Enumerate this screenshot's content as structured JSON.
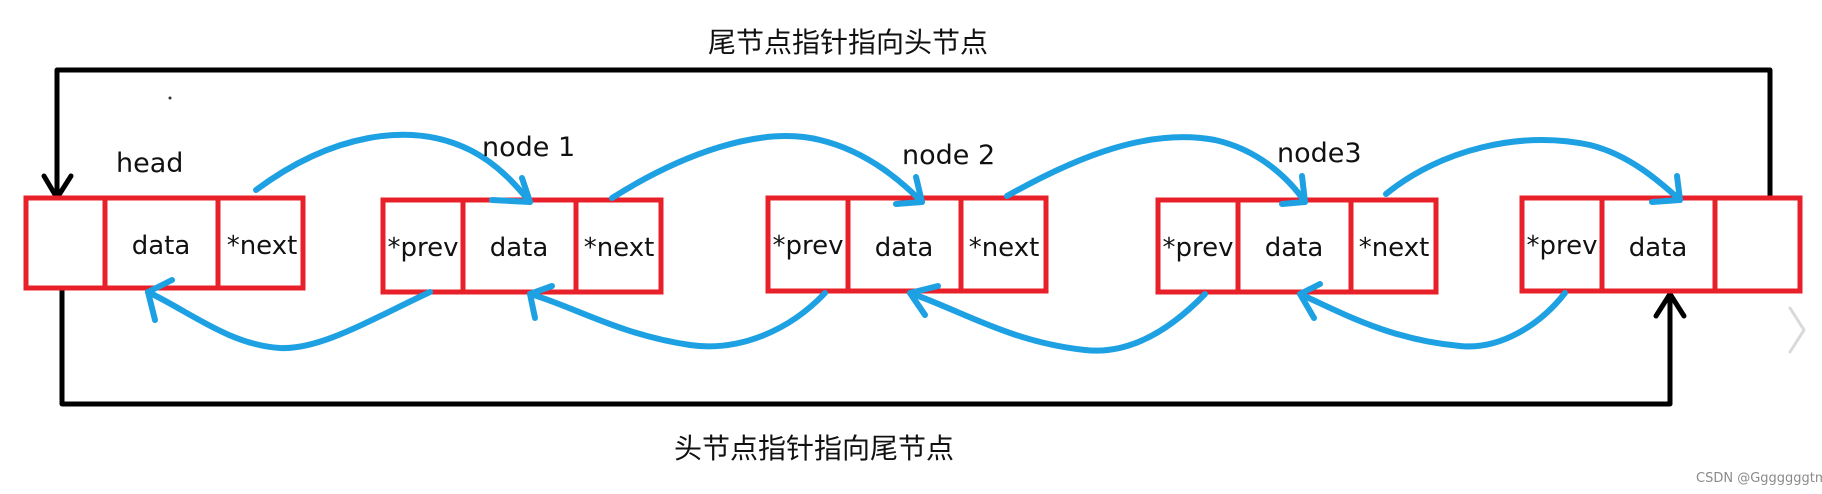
{
  "title_top": "尾节点指针指向头节点",
  "title_bottom": "头节点指针指向尾节点",
  "labels": {
    "head": "head",
    "node1": "node 1",
    "node2": "node 2",
    "node3": "node3"
  },
  "nodes": [
    {
      "cells": [
        "",
        "data",
        "*next"
      ]
    },
    {
      "cells": [
        "*prev",
        "data",
        "*next"
      ]
    },
    {
      "cells": [
        "*prev",
        "data",
        "*next"
      ]
    },
    {
      "cells": [
        "*prev",
        "data",
        "*next"
      ]
    },
    {
      "cells": [
        "*prev",
        "data",
        ""
      ]
    }
  ],
  "watermark": "CSDN @Gggggggtm",
  "colors": {
    "box": "#e8202a",
    "pointer_arrow": "#1ea1e3",
    "circular_link": "#000000",
    "text": "#111111"
  }
}
